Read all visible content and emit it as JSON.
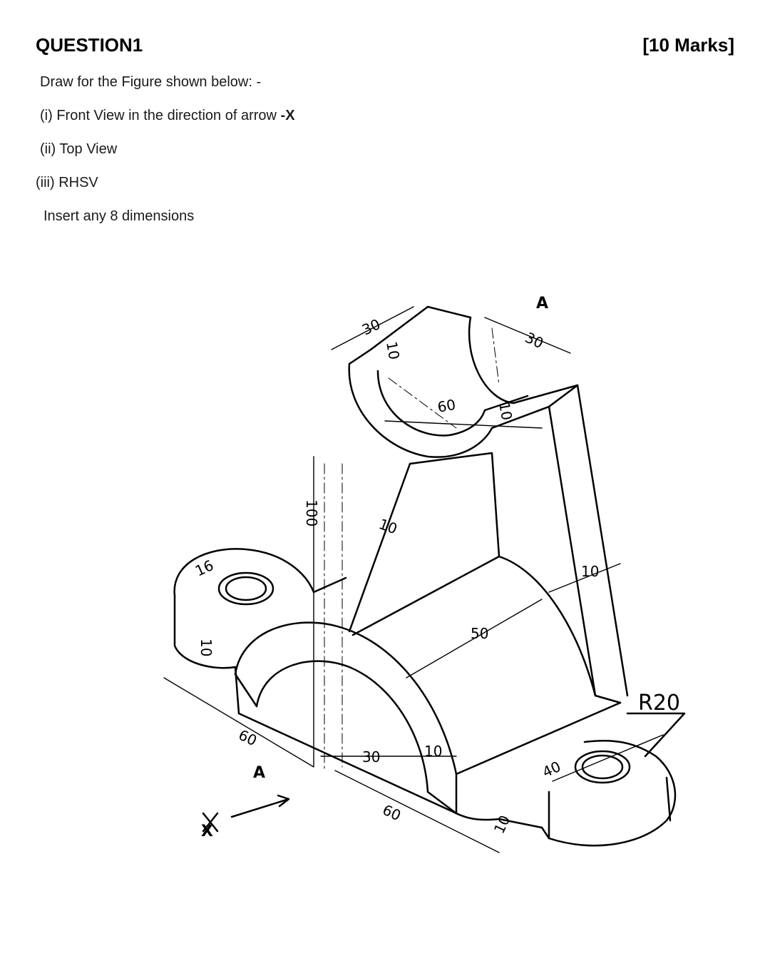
{
  "question": {
    "title": "QUESTION1",
    "marks": "[10 Marks]"
  },
  "instructions": {
    "intro": "Draw for the Figure shown below: -",
    "item1_text": "(i) Front View in the direction of arrow ",
    "item1_arrow": "-X",
    "item2": "(ii) Top View",
    "item3": "(iii) RHSV",
    "note": "Insert any 8 dimensions"
  },
  "figure": {
    "labels": {
      "section_a_top": "A",
      "section_a_bottom": "A",
      "view_x": "X",
      "radius": "R20"
    },
    "dimensions": {
      "top_width": "30",
      "top_depth": "30",
      "top_thickness": "10",
      "top_side_thickness": "10",
      "top_bore": "60",
      "height": "100",
      "rib_thickness": "10",
      "web_thickness": "10",
      "web_length": "50",
      "hole_dia": "16",
      "base_thickness": "10",
      "base_left": "60",
      "base_span": "30",
      "arch_thickness": "10",
      "base_right": "60",
      "base_hole_center": "40",
      "base_edge": "10"
    }
  }
}
